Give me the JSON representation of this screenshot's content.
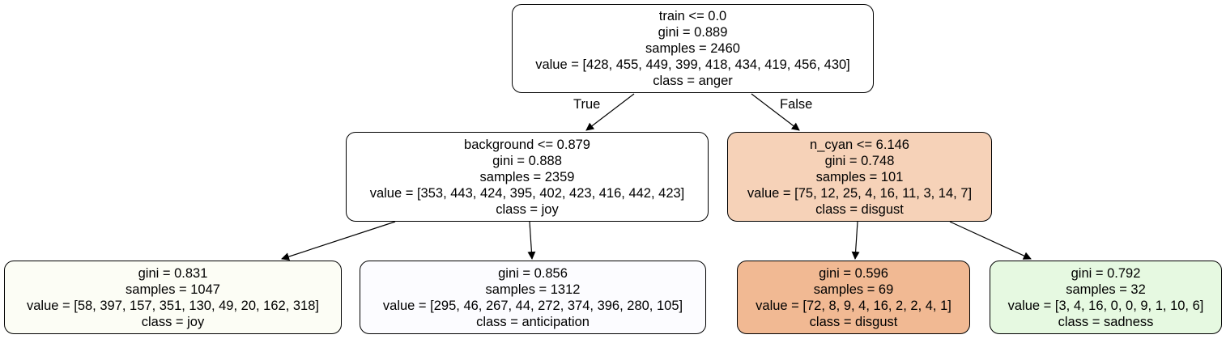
{
  "nodes": {
    "root": {
      "lines": [
        "train <= 0.0",
        "gini = 0.889",
        "samples = 2460",
        "value = [428, 455, 449, 399, 418, 434, 419, 456, 430]",
        "class = anger"
      ],
      "fill": "#ffffff"
    },
    "left": {
      "lines": [
        "background <= 0.879",
        "gini = 0.888",
        "samples = 2359",
        "value = [353, 443, 424, 395, 402, 423, 416, 442, 423]",
        "class = joy"
      ],
      "fill": "#ffffff"
    },
    "right": {
      "lines": [
        "n_cyan <= 6.146",
        "gini = 0.748",
        "samples = 101",
        "value = [75, 12, 25, 4, 16, 11, 3, 14, 7]",
        "class = disgust"
      ],
      "fill": "#f6d2b8"
    },
    "leaf_ll": {
      "lines": [
        "gini = 0.831",
        "samples = 1047",
        "value = [58, 397, 157, 351, 130, 49, 20, 162, 318]",
        "class = joy"
      ],
      "fill": "#fcfdf5"
    },
    "leaf_lr": {
      "lines": [
        "gini = 0.856",
        "samples = 1312",
        "value = [295, 46, 267, 44, 272, 374, 396, 280, 105]",
        "class = anticipation"
      ],
      "fill": "#fcfcff"
    },
    "leaf_rl": {
      "lines": [
        "gini = 0.596",
        "samples = 69",
        "value = [72, 8, 9, 4, 16, 2, 2, 4, 1]",
        "class = disgust"
      ],
      "fill": "#f1b993"
    },
    "leaf_rr": {
      "lines": [
        "gini = 0.792",
        "samples = 32",
        "value = [3, 4, 16, 0, 0, 9, 1, 10, 6]",
        "class = sadness"
      ],
      "fill": "#e6f9e1"
    }
  },
  "edge_labels": {
    "true_label": "True",
    "false_label": "False"
  }
}
